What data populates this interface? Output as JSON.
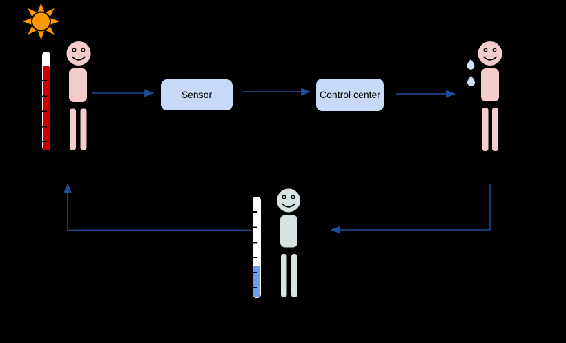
{
  "diagram": {
    "type": "negative-feedback-loop",
    "boxes": {
      "sensor": {
        "label": "Sensor"
      },
      "control_center": {
        "label": "Control center"
      }
    },
    "figures": [
      {
        "name": "sun-icon",
        "position": "top-left"
      },
      {
        "name": "thermometer-high-icon",
        "position": "left",
        "level": "high"
      },
      {
        "name": "person-hot-icon",
        "position": "left"
      },
      {
        "name": "person-sweating-icon",
        "position": "right",
        "sweat_drops": 2
      },
      {
        "name": "person-cool-icon",
        "position": "bottom-center"
      },
      {
        "name": "thermometer-low-icon",
        "position": "bottom-center",
        "level": "low"
      }
    ],
    "arrows": [
      {
        "from": "person-hot",
        "to": "sensor"
      },
      {
        "from": "sensor",
        "to": "control-center"
      },
      {
        "from": "control-center",
        "to": "person-sweating"
      },
      {
        "from": "person-sweating",
        "to": "person-cool"
      },
      {
        "from": "person-cool",
        "to": "person-hot"
      }
    ]
  },
  "colors": {
    "background": "#000000",
    "outline": "#000000",
    "arrow": "#1f4e99",
    "box_fill": "#c9daf8",
    "box_text": "#000000",
    "sun": "#ff9900",
    "tube_fill": "#ffffff",
    "mercury_hot": "#cc0000",
    "mercury_cool": "#6d9eeb",
    "person_hot_fill": "#f4cccc",
    "person_cool_fill": "#d7e3e3",
    "drop_fill": "#cfe2f3"
  }
}
